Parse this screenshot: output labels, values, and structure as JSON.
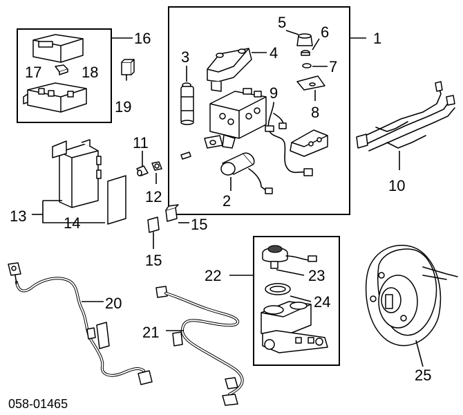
{
  "callouts": {
    "c1": "1",
    "c2": "2",
    "c3": "3",
    "c4": "4",
    "c5": "5",
    "c6": "6",
    "c7": "7",
    "c8": "8",
    "c9": "9",
    "c10": "10",
    "c11": "11",
    "c12": "12",
    "c13": "13",
    "c14": "14",
    "c15a": "15",
    "c15b": "15",
    "c16": "16",
    "c17": "17",
    "c18": "18",
    "c19": "19",
    "c20": "20",
    "c21": "21",
    "c22": "22",
    "c23": "23",
    "c24": "24",
    "c25": "25"
  },
  "footer": {
    "code": "058-01465"
  }
}
